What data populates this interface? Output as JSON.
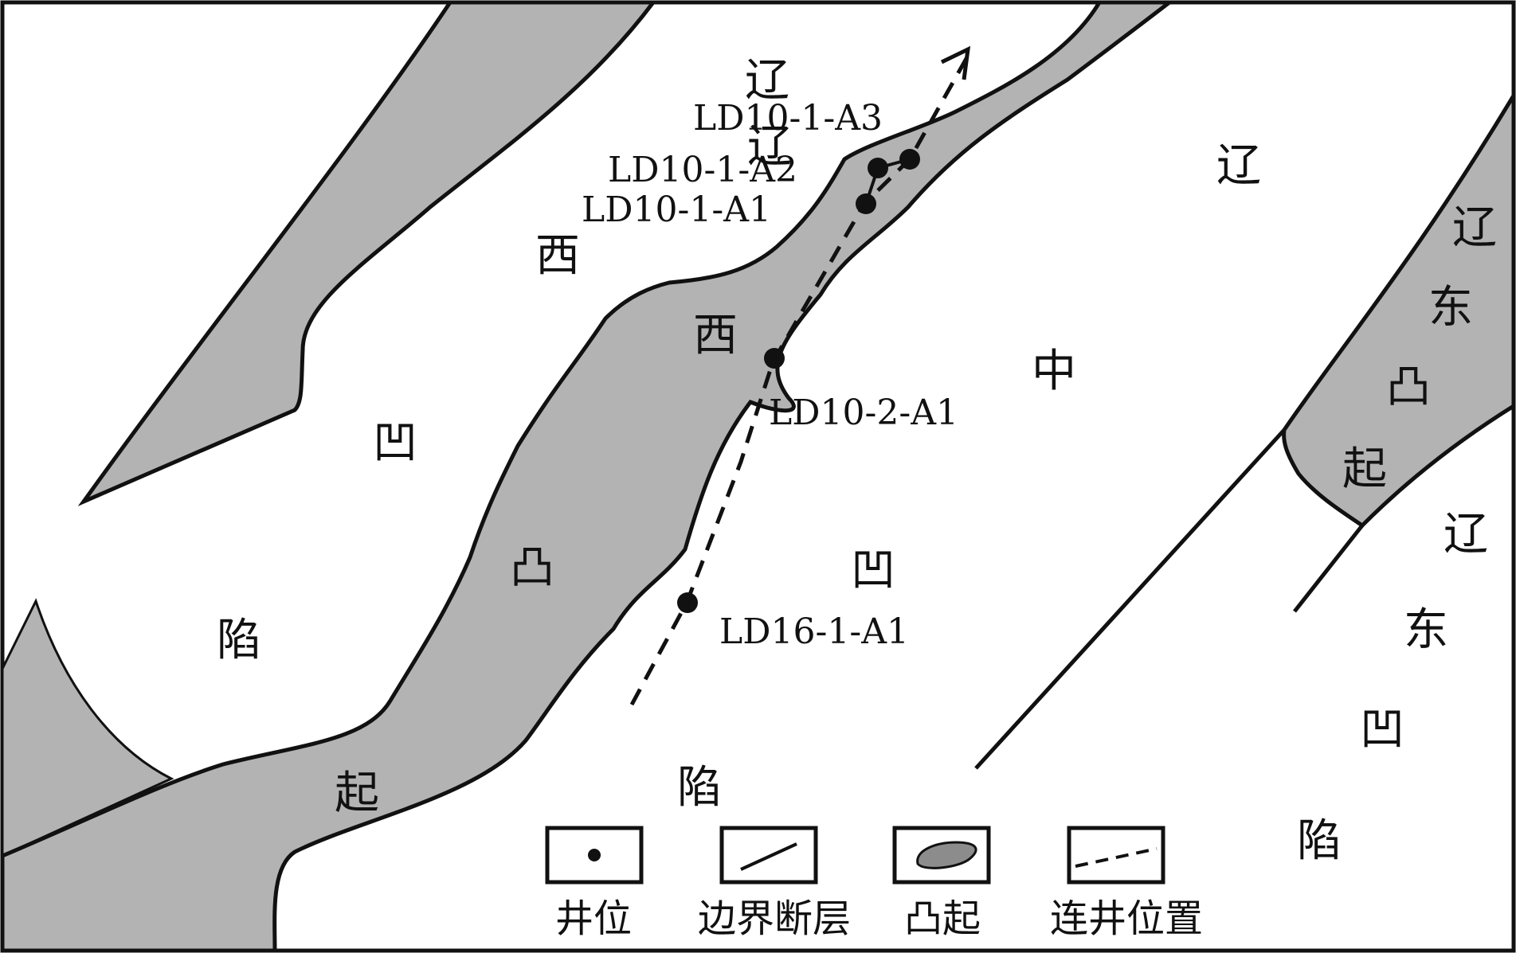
{
  "regions": {
    "liaoxi_depression": [
      "西",
      "凹",
      "陷"
    ],
    "liaoxi_uplift_prefix": [
      "辽",
      "西"
    ],
    "liaoxi_uplift": [
      "凸",
      "起"
    ],
    "liaozhong": [
      "辽",
      "中",
      "凹",
      "陷"
    ],
    "liaodong_uplift": [
      "辽",
      "东",
      "凸",
      "起"
    ],
    "liaodong_depression": [
      "辽",
      "东",
      "凹",
      "陷"
    ]
  },
  "wells": [
    {
      "id": "LD10-1-A3"
    },
    {
      "id": "LD10-1-A2"
    },
    {
      "id": "LD10-1-A1"
    },
    {
      "id": "LD10-2-A1"
    },
    {
      "id": "LD16-1-A1"
    }
  ],
  "legend": [
    {
      "symbol": "well-dot",
      "label": "井位"
    },
    {
      "symbol": "fault-line",
      "label": "边界断层"
    },
    {
      "symbol": "uplift-blob",
      "label": "凸起"
    },
    {
      "symbol": "dashed-line",
      "label": "连井位置"
    }
  ],
  "colors": {
    "uplift_fill": "#b3b3b3",
    "background": "#ffffff",
    "stroke": "#111111"
  }
}
